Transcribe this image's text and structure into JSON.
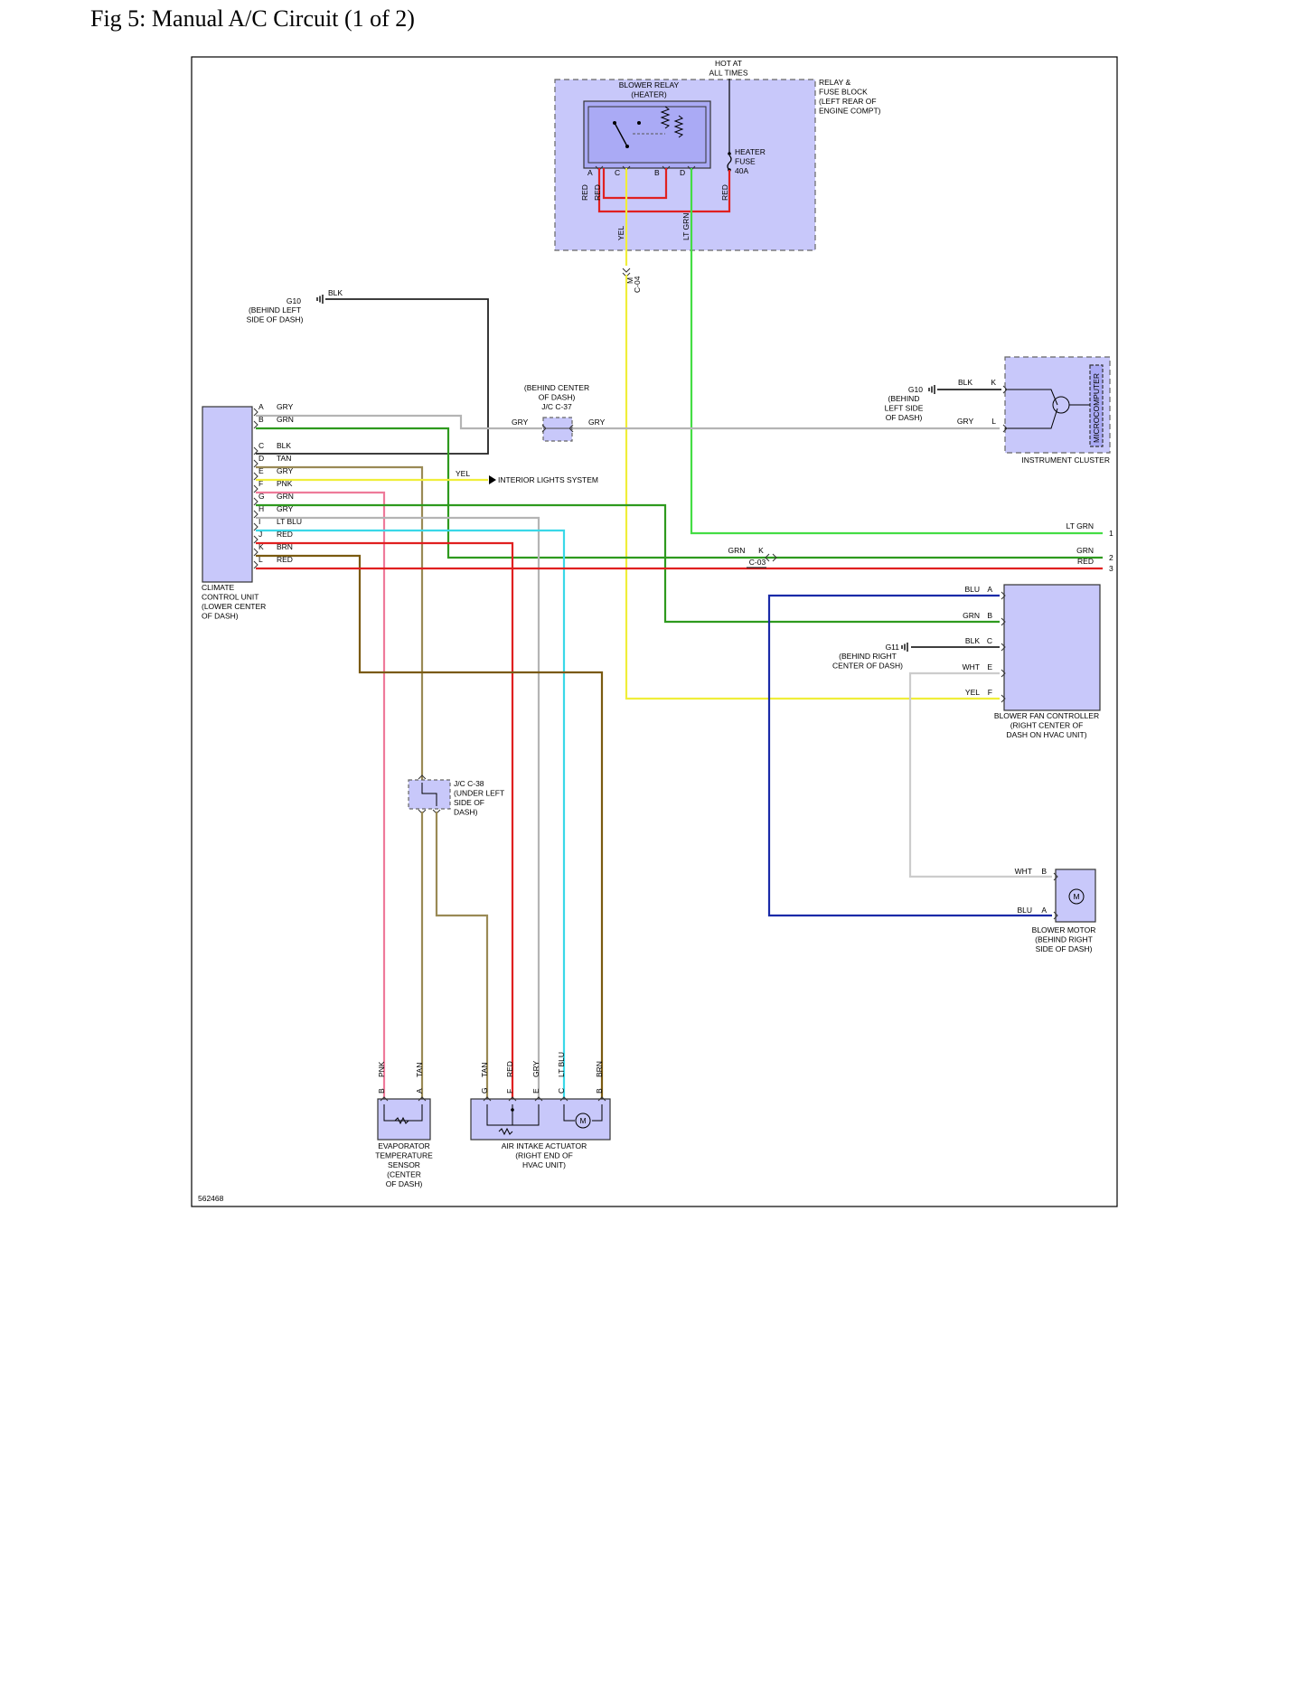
{
  "title": "Fig 5: Manual A/C Circuit (1 of 2)",
  "figure_id": "562468",
  "hot_label": [
    "HOT AT",
    "ALL TIMES"
  ],
  "relay_fuse_block": [
    "RELAY &",
    "FUSE BLOCK",
    "(LEFT REAR OF",
    "ENGINE COMPT)"
  ],
  "blower_relay": [
    "BLOWER RELAY",
    "(HEATER)"
  ],
  "heater_fuse": [
    "HEATER",
    "FUSE",
    "40A"
  ],
  "relay_pins": [
    "A",
    "C",
    "B",
    "D"
  ],
  "relay_wire_labels": [
    "RED",
    "RED",
    "YEL",
    "LT GRN",
    "RED"
  ],
  "connector_c04": [
    "M",
    "C-04"
  ],
  "g10_top": {
    "name": "G10",
    "loc": [
      "(BEHIND LEFT",
      "SIDE OF DASH)"
    ],
    "wire": "BLK"
  },
  "jc_c37": {
    "loc": [
      "(BEHIND CENTER",
      "OF DASH)"
    ],
    "name": "J/C C-37",
    "wire_left": "GRY",
    "wire_right": "GRY"
  },
  "g10_right": {
    "name": "G10",
    "loc": [
      "(BEHIND",
      "LEFT SIDE",
      "OF DASH)"
    ],
    "wire_k": "BLK",
    "pin_k": "K",
    "wire_l": "GRY",
    "pin_l": "L"
  },
  "instrument_cluster": {
    "name": "INSTRUMENT CLUSTER",
    "micro": "MICROCOMPUTER"
  },
  "climate_unit": {
    "name": [
      "CLIMATE",
      "CONTROL UNIT",
      "(LOWER CENTER",
      "OF DASH)"
    ],
    "pins": [
      {
        "pin": "A",
        "wire": "GRY"
      },
      {
        "pin": "B",
        "wire": "GRN"
      },
      {
        "pin": "C",
        "wire": "BLK"
      },
      {
        "pin": "D",
        "wire": "TAN"
      },
      {
        "pin": "E",
        "wire": "GRY"
      },
      {
        "pin": "F",
        "wire": "PNK"
      },
      {
        "pin": "G",
        "wire": "GRN"
      },
      {
        "pin": "H",
        "wire": "GRY"
      },
      {
        "pin": "I",
        "wire": "LT BLU"
      },
      {
        "pin": "J",
        "wire": "RED"
      },
      {
        "pin": "K",
        "wire": "BRN"
      },
      {
        "pin": "L",
        "wire": "RED"
      }
    ]
  },
  "interior_lights": {
    "wire": "YEL",
    "label": "INTERIOR LIGHTS SYSTEM"
  },
  "right_edge": [
    {
      "wire": "LT GRN",
      "num": "1"
    },
    {
      "wire": "GRN",
      "num": "2"
    },
    {
      "wire": "RED",
      "num": "3"
    }
  ],
  "c03": {
    "wire": "GRN",
    "pin": "K",
    "name": "C-03"
  },
  "blower_fan_controller": {
    "name": [
      "BLOWER FAN CONTROLLER",
      "(RIGHT CENTER OF",
      "DASH ON HVAC UNIT)"
    ],
    "pins": [
      {
        "pin": "A",
        "wire": "BLU"
      },
      {
        "pin": "B",
        "wire": "GRN"
      },
      {
        "pin": "C",
        "wire": "BLK"
      },
      {
        "pin": "E",
        "wire": "WHT"
      },
      {
        "pin": "F",
        "wire": "YEL"
      }
    ]
  },
  "g11": {
    "name": "G11",
    "loc": [
      "(BEHIND RIGHT",
      "CENTER OF DASH)"
    ]
  },
  "blower_motor": {
    "name": [
      "BLOWER MOTOR",
      "(BEHIND RIGHT",
      "SIDE OF DASH)"
    ],
    "pins": [
      {
        "pin": "B",
        "wire": "WHT"
      },
      {
        "pin": "A",
        "wire": "BLU"
      }
    ],
    "symbol": "M"
  },
  "jc_c38": {
    "name": [
      "J/C C-38",
      "(UNDER LEFT",
      "SIDE OF",
      "DASH)"
    ]
  },
  "evap_sensor": {
    "name": [
      "EVAPORATOR",
      "TEMPERATURE",
      "SENSOR",
      "(CENTER",
      "OF DASH)"
    ],
    "wires": [
      {
        "pin": "B",
        "wire": "PNK"
      },
      {
        "pin": "A",
        "wire": "TAN"
      }
    ]
  },
  "air_intake": {
    "name": [
      "AIR INTAKE ACTUATOR",
      "(RIGHT END OF",
      "HVAC UNIT)"
    ],
    "wires": [
      {
        "pin": "G",
        "wire": "TAN"
      },
      {
        "pin": "F",
        "wire": "RED"
      },
      {
        "pin": "E",
        "wire": "GRY"
      },
      {
        "pin": "C",
        "wire": "LT BLU"
      },
      {
        "pin": "B",
        "wire": "BRN"
      }
    ],
    "symbol": "M"
  },
  "colors": {
    "gry": "#b4b4b4",
    "grn": "#2e9a1e",
    "blk": "#222222",
    "tan": "#9a8a55",
    "yel": "#f0ee3a",
    "pnk": "#ee7a9a",
    "ltblu": "#3ad8e8",
    "red": "#e02020",
    "brn": "#7a5a10",
    "ltgrn": "#44dd44",
    "blu": "#1a2aa8",
    "wht": "#cccccc",
    "box": "#c8c8fa",
    "boxdark": "#aaaaf5"
  }
}
